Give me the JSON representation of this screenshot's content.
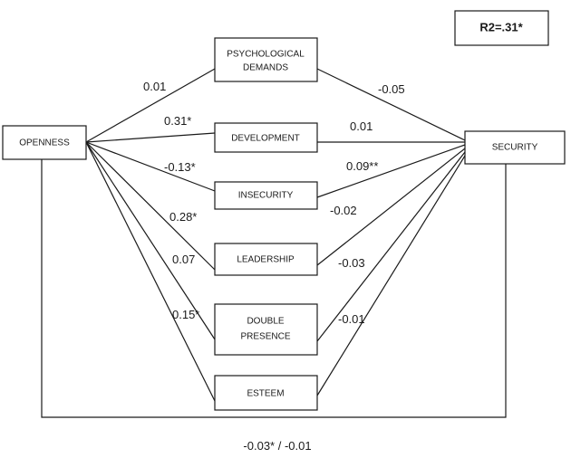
{
  "diagram": {
    "r2": "R2=.31*",
    "direct_effect": "-0.03* / -0.01",
    "nodes": {
      "openness": "OPENNESS",
      "security": "SECURITY",
      "psych_1": "PSYCHOLOGICAL",
      "psych_2": "DEMANDS",
      "development": "DEVELOPMENT",
      "insecurity": "INSECURITY",
      "leadership": "LEADERSHIP",
      "double_1": "DOUBLE",
      "double_2": "PRESENCE",
      "esteem": "ESTEEM"
    },
    "left_paths": {
      "psychological_demands": "0.01",
      "development": "0.31*",
      "insecurity": "-0.13*",
      "leadership": "0.28*",
      "double_presence": "0.07",
      "esteem": "0.15*"
    },
    "right_paths": {
      "psychological_demands": "-0.05",
      "development": "0.01",
      "insecurity": "0.09**",
      "leadership": "-0.02",
      "double_presence": "-0.03",
      "esteem": "-0.01"
    }
  }
}
